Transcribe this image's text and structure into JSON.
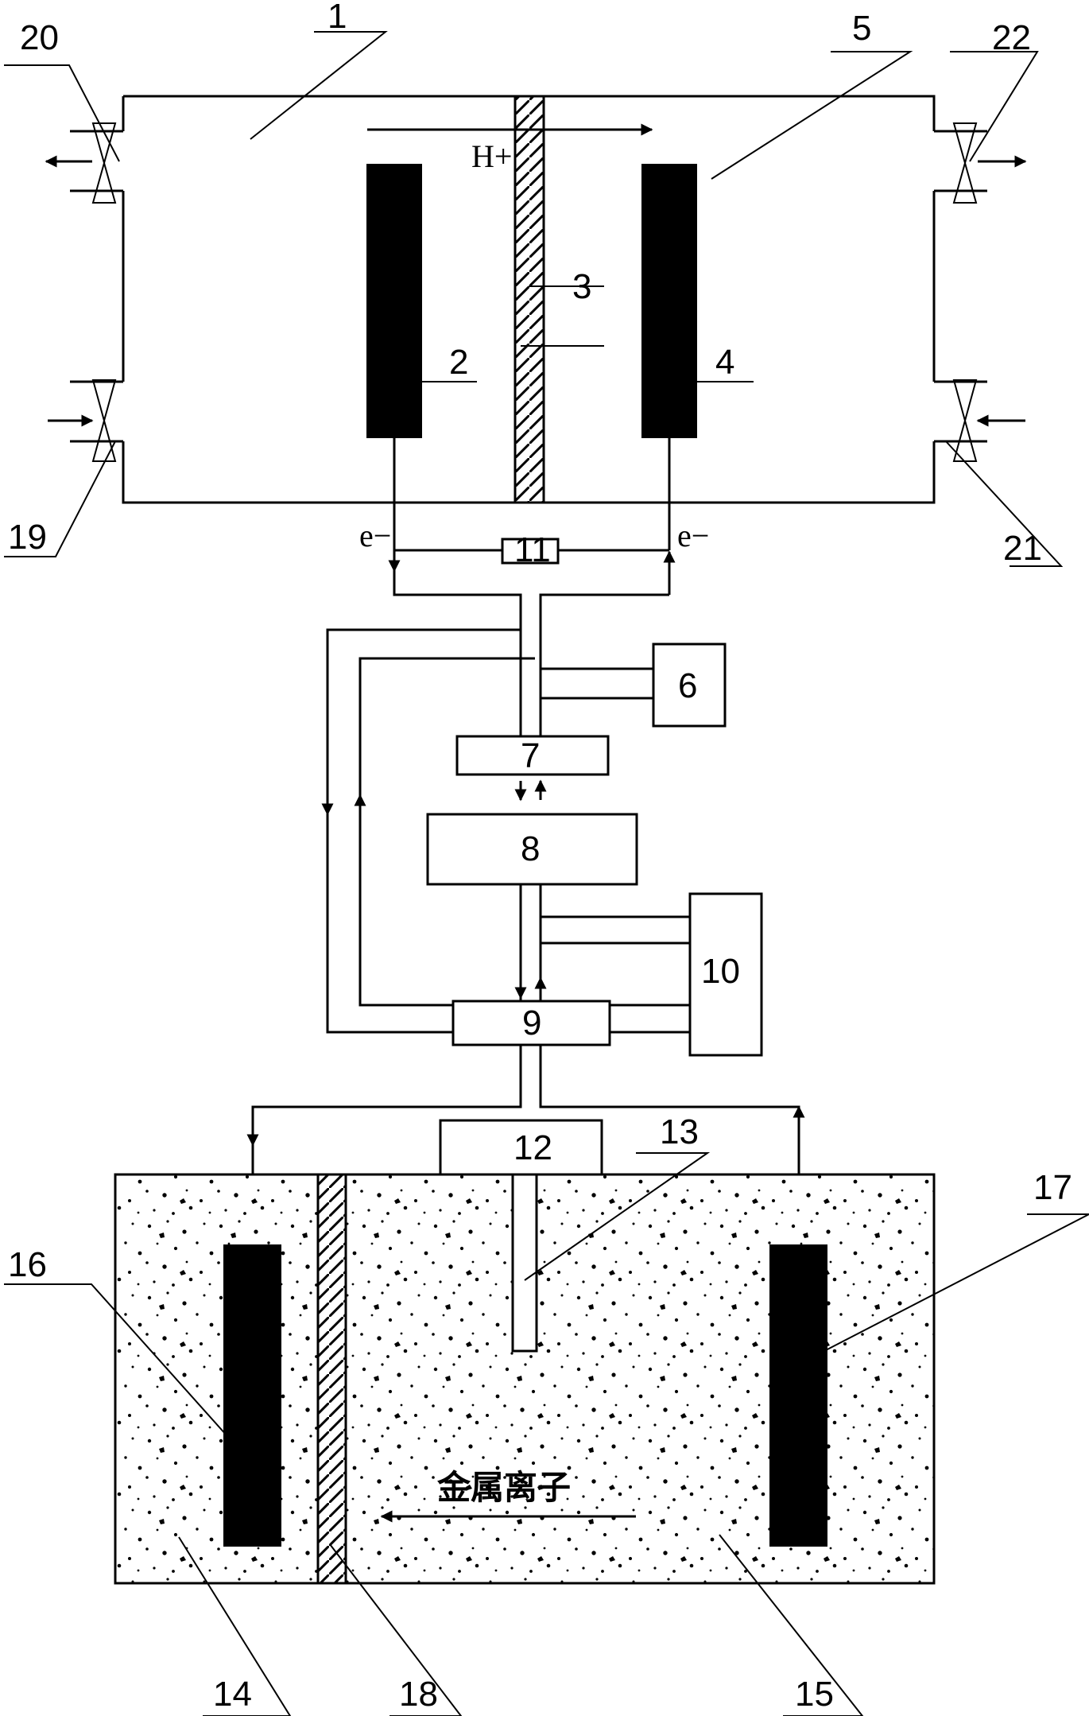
{
  "labels": {
    "n1": "1",
    "n2": "2",
    "n3": "3",
    "n4": "4",
    "n5": "5",
    "n6": "6",
    "n7": "7",
    "n8": "8",
    "n9": "9",
    "n10": "10",
    "n11": "11",
    "n12": "12",
    "n13": "13",
    "n14": "14",
    "n15": "15",
    "n16": "16",
    "n17": "17",
    "n18": "18",
    "n19": "19",
    "n20": "20",
    "n21": "21",
    "n22": "22"
  },
  "annotations": {
    "proton": "H+",
    "electron_left": "e−",
    "electron_right": "e−",
    "metal_ions": "金属离子"
  }
}
